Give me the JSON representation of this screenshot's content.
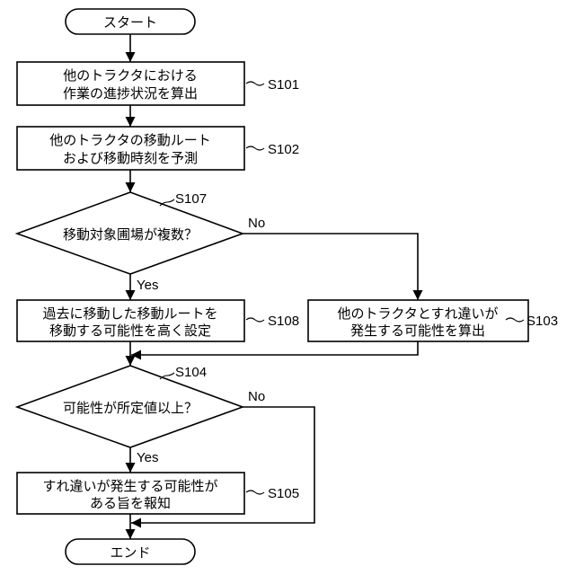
{
  "start": {
    "label": "スタート"
  },
  "end": {
    "label": "エンド"
  },
  "steps": {
    "s101": {
      "line1": "他のトラクタにおける",
      "line2": "作業の進捗状況を算出",
      "ref": "S101"
    },
    "s102": {
      "line1": "他のトラクタの移動ルート",
      "line2": "および移動時刻を予測",
      "ref": "S102"
    },
    "s107": {
      "question": "移動対象圃場が複数？",
      "ref": "S107",
      "yes": "Yes",
      "no": "No"
    },
    "s108": {
      "line1": "過去に移動した移動ルートを",
      "line2": "移動する可能性を高く設定",
      "ref": "S108"
    },
    "s103": {
      "line1": "他のトラクタとすれ違いが",
      "line2": "発生する可能性を算出",
      "ref": "S103"
    },
    "s104": {
      "question": "可能性が所定値以上？",
      "ref": "S104",
      "yes": "Yes",
      "no": "No"
    },
    "s105": {
      "line1": "すれ違いが発生する可能性が",
      "line2": "ある旨を報知",
      "ref": "S105"
    }
  }
}
